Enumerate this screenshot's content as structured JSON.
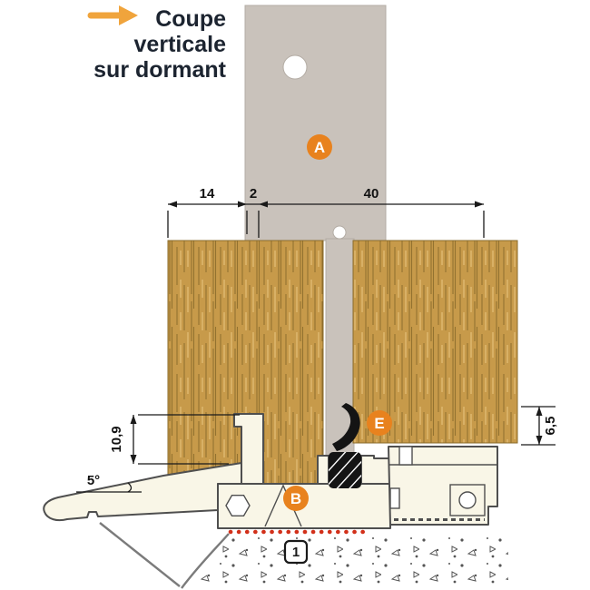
{
  "title": {
    "line1": "Coupe",
    "line2": "verticale",
    "line3": "sur dormant"
  },
  "dimensions": {
    "top_left": "14",
    "top_mid": "2",
    "top_right": "40",
    "left_height": "10,9",
    "angle": "5°",
    "right_gap": "6,5"
  },
  "labels": {
    "frame": "A",
    "threshold": "B",
    "seal": "E",
    "ground": "1"
  },
  "colors": {
    "accent_orange": "#e8821e",
    "arrow_orange": "#f0a43c",
    "title_text": "#1c2430",
    "dim_text": "#111111",
    "strap": "#c9c2bb",
    "wood": "#c79a4a",
    "wood_grain": "#8a6b2b",
    "wood_light": "#e6c47c",
    "profile_fill": "#f9f6e7",
    "outline": "#4f4f4f",
    "seal_black": "#141414",
    "red_dots": "#d2301a"
  }
}
